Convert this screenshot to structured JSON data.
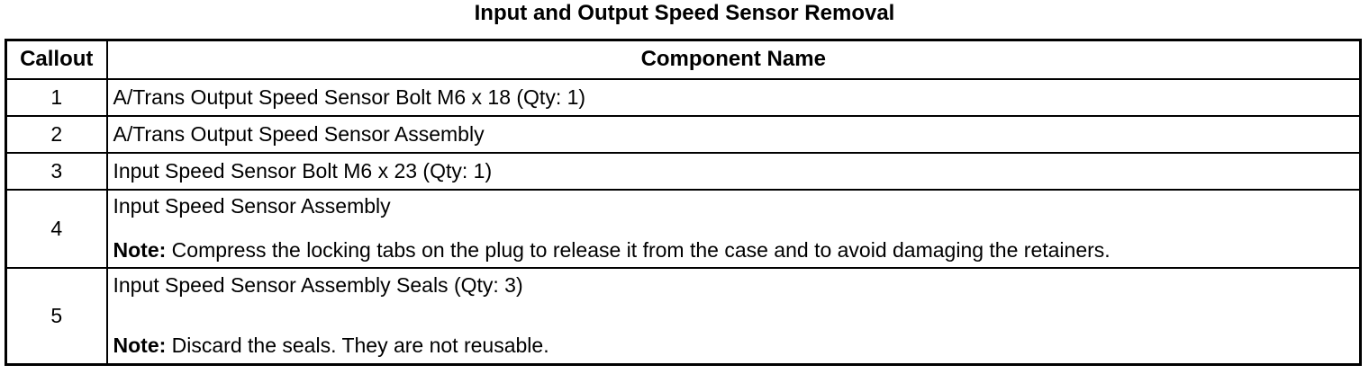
{
  "title": "Input and Output Speed Sensor Removal",
  "table": {
    "headers": {
      "callout": "Callout",
      "component": "Component Name"
    },
    "rows": [
      {
        "callout": "1",
        "name": "A/Trans Output Speed Sensor Bolt M6 x 18 (Qty: 1)"
      },
      {
        "callout": "2",
        "name": "A/Trans Output Speed Sensor Assembly"
      },
      {
        "callout": "3",
        "name": "Input Speed Sensor Bolt M6 x 23 (Qty: 1)"
      },
      {
        "callout": "4",
        "name": "Input Speed Sensor Assembly",
        "note_label": "Note:",
        "note_text": " Compress the locking tabs on the plug to release it from the case and to avoid damaging the retainers."
      },
      {
        "callout": "5",
        "name": "Input Speed Sensor Assembly Seals (Qty: 3)",
        "note_label": "Note:",
        "note_text": " Discard the seals. They are not reusable."
      }
    ]
  },
  "colors": {
    "text": "#000000",
    "border": "#000000",
    "background": "#ffffff"
  }
}
